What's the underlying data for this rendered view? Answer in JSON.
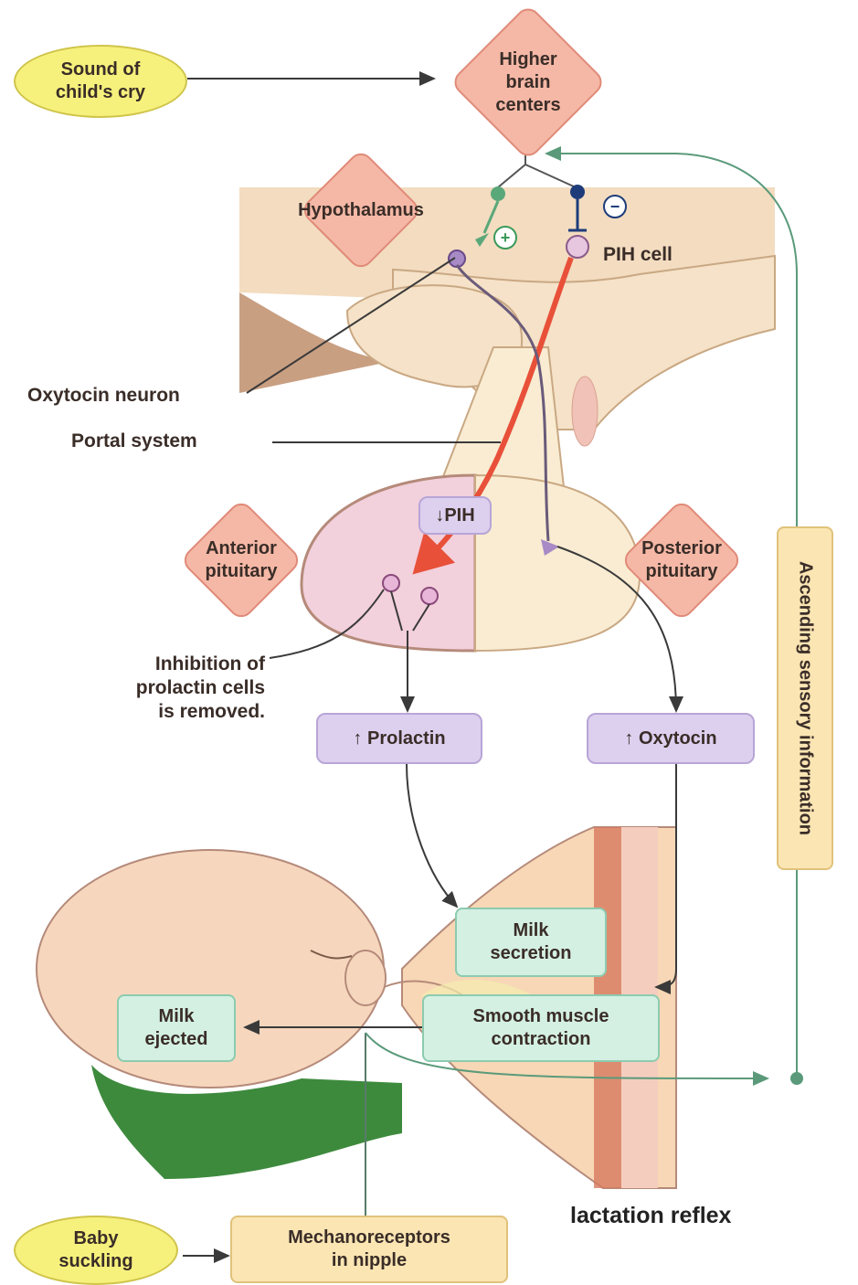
{
  "diagram": {
    "caption": "lactation reflex",
    "stimuli": {
      "sound": "Sound of\nchild's cry",
      "suckling": "Baby\nsuckling"
    },
    "centers": {
      "higher_brain": "Higher\nbrain\ncenters",
      "hypothalamus": "Hypothalamus",
      "anterior_pituitary": "Anterior\npituitary",
      "posterior_pituitary": "Posterior\npituitary"
    },
    "labels": {
      "pih_cell": "PIH cell",
      "oxytocin_neuron": "Oxytocin neuron",
      "portal_system": "Portal system",
      "inhibition": "Inhibition of\nprolactin cells\nis removed."
    },
    "hormones": {
      "pih": "PIH",
      "prolactin": "Prolactin",
      "oxytocin": "Oxytocin"
    },
    "effects": {
      "milk_secretion": "Milk\nsecretion",
      "smooth_muscle": "Smooth muscle\ncontraction",
      "milk_ejected": "Milk\nejected"
    },
    "receptors": "Mechanoreceptors\nin nipple",
    "ascending": "Ascending sensory information",
    "signs": {
      "plus": "+",
      "minus": "−"
    },
    "colors": {
      "stimulus": "#f6f17c",
      "center": "#f5b8a6",
      "hormone": "#ddd0ef",
      "effect": "#d4f0e2",
      "receptor": "#fbe5b3",
      "sensory_path": "#5a9a7a",
      "portal_arrow": "#e8503a"
    }
  }
}
